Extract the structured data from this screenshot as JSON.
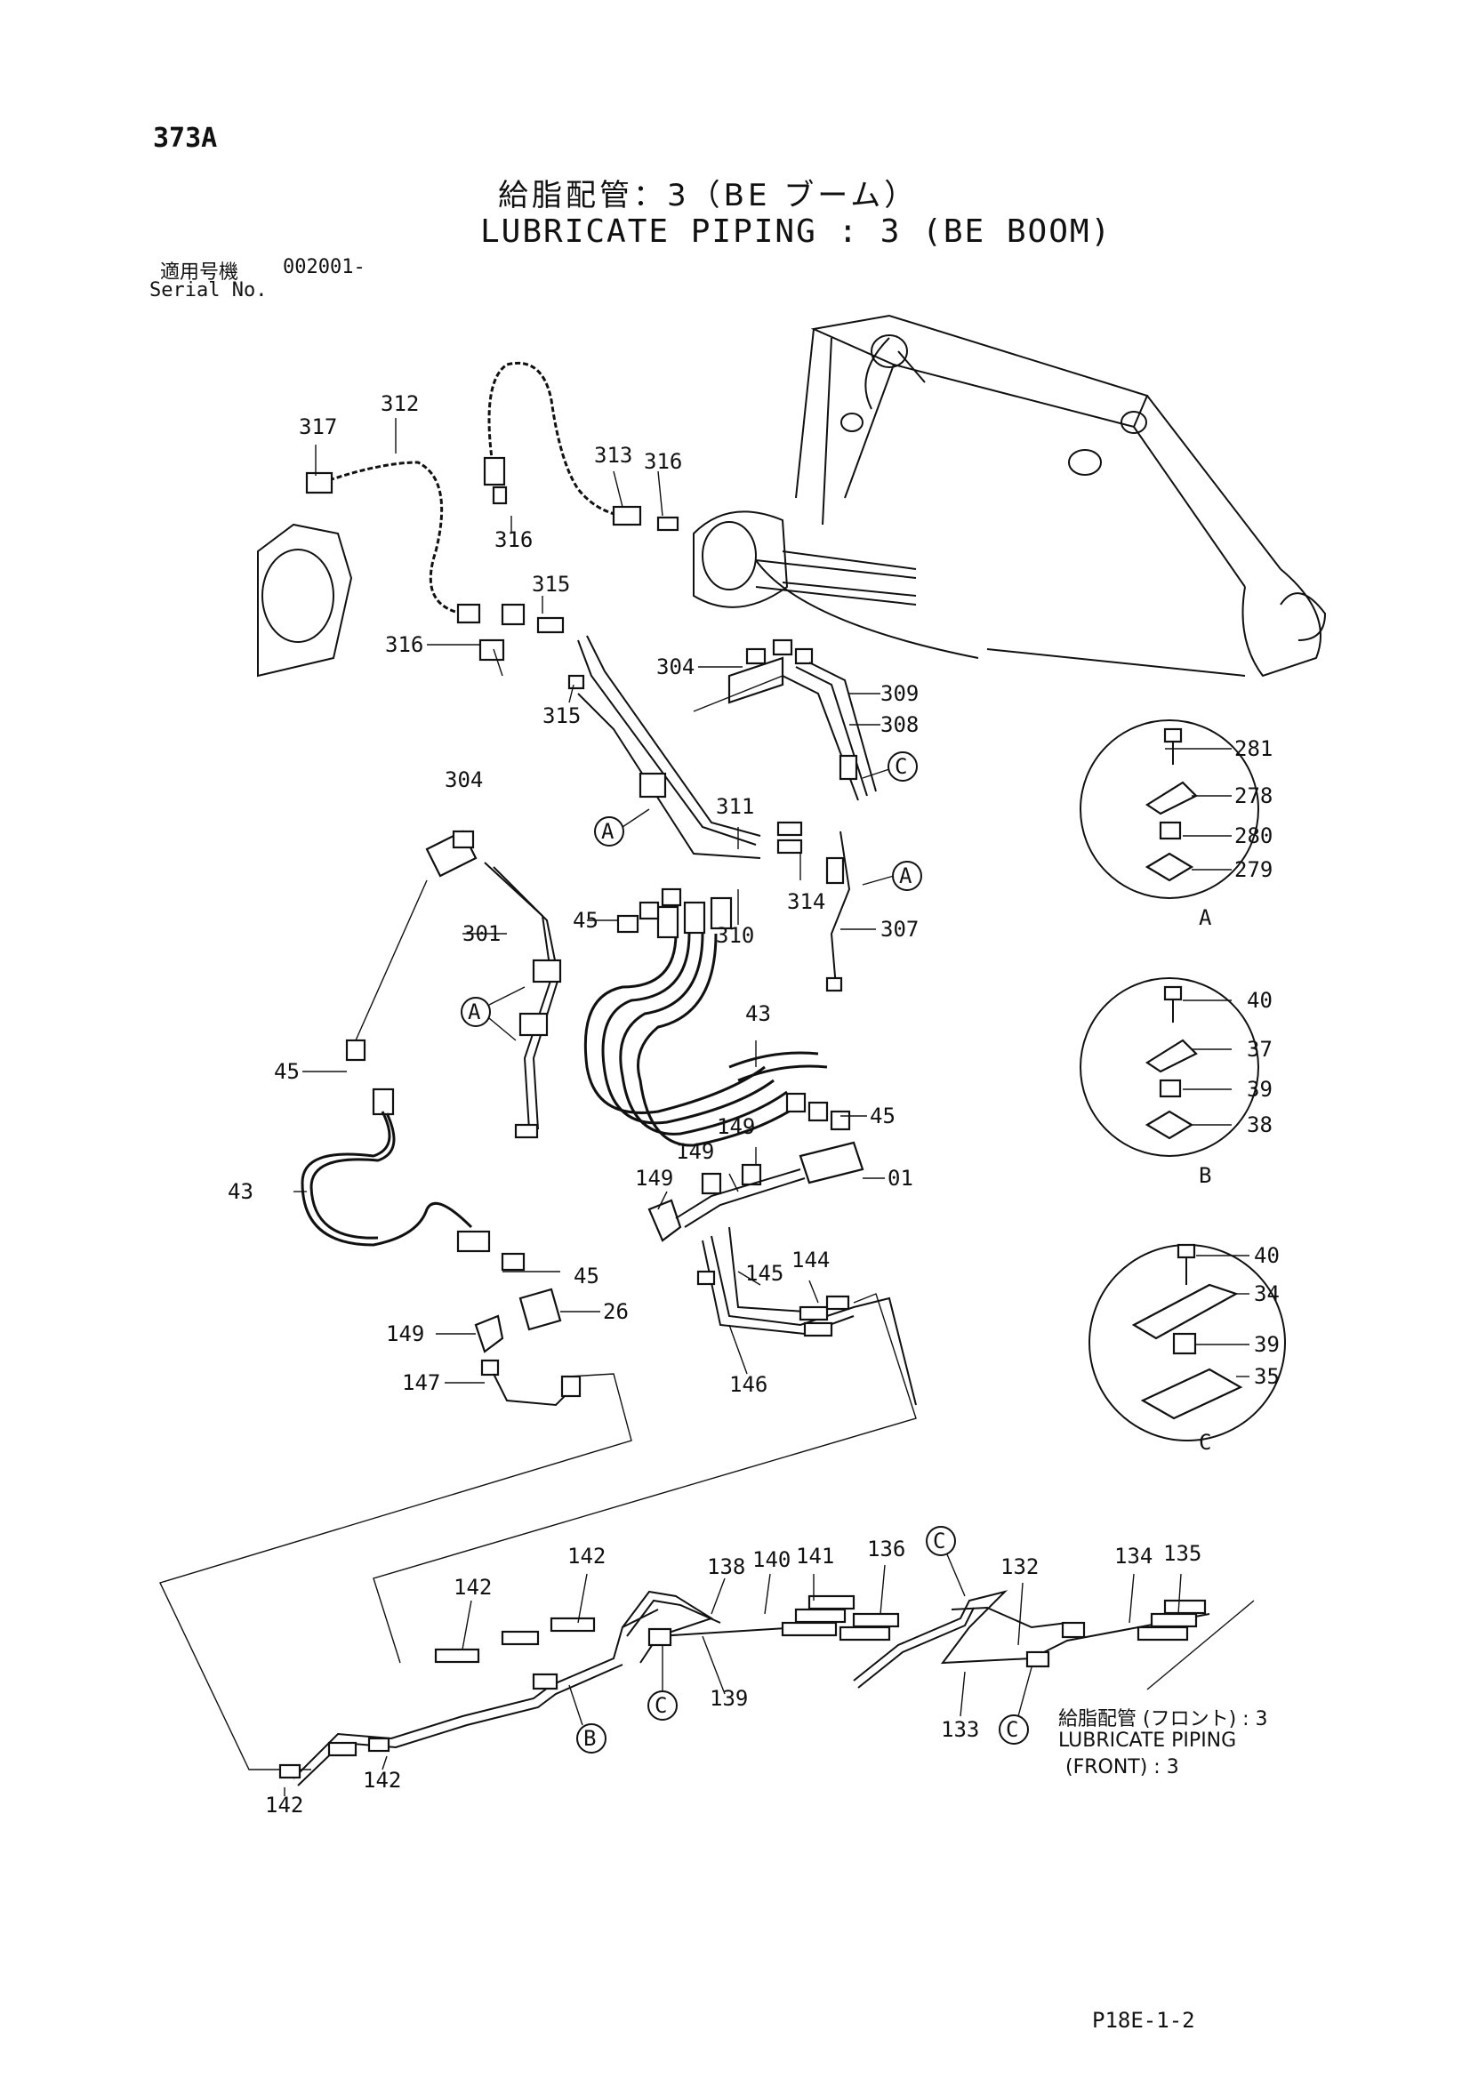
{
  "page": {
    "id": "373A",
    "ref": "P18E-1-2"
  },
  "title": {
    "jp": "給脂配管：3（BE ブーム）",
    "en": "LUBRICATE PIPING : 3 (BE BOOM)"
  },
  "serial": {
    "jp": "適用号機",
    "value": "002001-",
    "en": "Serial No."
  },
  "subassembly_note": {
    "jp": "給脂配管 (フロント) : 3",
    "en_line1": "LUBRICATE PIPING",
    "en_line2": "(FRONT) : 3"
  },
  "callouts": {
    "c317": "317",
    "c312": "312",
    "c313": "313",
    "c316a": "316",
    "c316b": "316",
    "c316c": "316",
    "c315a": "315",
    "c315b": "315",
    "c304a": "304",
    "c309": "309",
    "c308": "308",
    "c311": "311",
    "c310": "310",
    "c314": "314",
    "c307": "307",
    "c304b": "304",
    "c301": "301",
    "c45a": "45",
    "c45b": "45",
    "c45c": "45",
    "c45d": "45",
    "c43a": "43",
    "c43b": "43",
    "c149a": "149",
    "c149b": "149",
    "c149c": "149",
    "c01": "01",
    "c145": "145",
    "c144": "144",
    "c146": "146",
    "c26": "26",
    "c147": "147",
    "c142a": "142",
    "c142b": "142",
    "c142c": "142",
    "c142d": "142",
    "c138": "138",
    "c140": "140",
    "c141": "141",
    "c139": "139",
    "c136": "136",
    "c132": "132",
    "c134": "134",
    "c135": "135",
    "c133": "133",
    "c281": "281",
    "c278": "278",
    "c280": "280",
    "c279": "279",
    "c40a": "40",
    "c37": "37",
    "c39a": "39",
    "c38": "38",
    "c40b": "40",
    "c34": "34",
    "c39b": "39",
    "c35": "35"
  },
  "markers": {
    "A": "A",
    "B": "B",
    "C": "C"
  },
  "detail_views": {
    "viewA": "A",
    "viewB": "B",
    "viewC": "C"
  }
}
